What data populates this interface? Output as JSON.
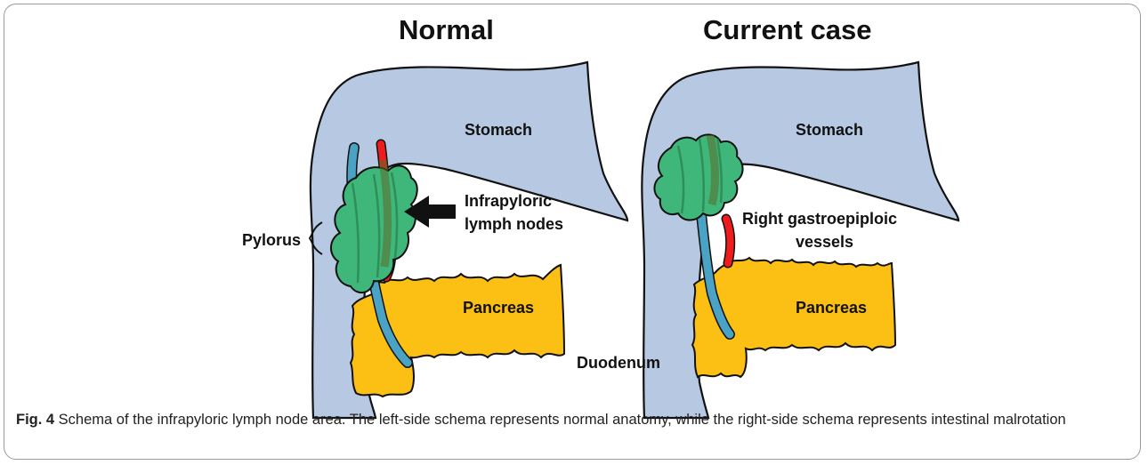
{
  "panels": {
    "normal": {
      "title": "Normal",
      "labels": {
        "stomach": "Stomach",
        "lymph_line1": "Infrapyloric",
        "lymph_line2": "lymph nodes",
        "pylorus": "Pylorus",
        "pancreas": "Pancreas"
      }
    },
    "current": {
      "title": "Current case",
      "labels": {
        "stomach": "Stomach",
        "vessels_line1": "Right gastroepiploic",
        "vessels_line2": "vessels",
        "pancreas": "Pancreas",
        "duodenum": "Duodenum"
      }
    }
  },
  "caption": {
    "label": "Fig. 4",
    "text": " Schema of the infrapyloric lymph node area. The left-side schema represents normal anatomy, while the right-side schema represents intestinal malrotation"
  },
  "colors": {
    "stomach": "#b7c9e2",
    "pancreas": "#fcbf14",
    "lymph_node": "#3fb67a",
    "lymph_node_dark": "#2e8f58",
    "vein": "#4aa3c4",
    "artery": "#ee1c1c",
    "outline": "#111111"
  }
}
